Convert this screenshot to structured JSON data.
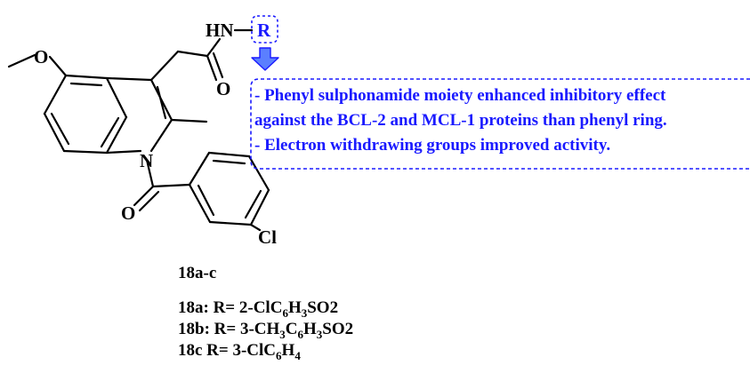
{
  "molecule": {
    "atoms": {
      "amine": "HN",
      "r_group": "R",
      "carbonyl_oxygen_amide": "O",
      "ether_oxygen": "O",
      "ring_nitrogen": "N",
      "carbonyl_oxygen_benzoyl": "O",
      "chlorine": "Cl"
    }
  },
  "annotation": {
    "lines": [
      "- Phenyl sulphonamide moiety enhanced inhibitory effect",
      "against the BCL-2 and MCL-1 proteins than phenyl ring.",
      "- Electron withdrawing groups improved activity."
    ],
    "colors": {
      "text": "#1a1aff",
      "border": "#1a1aff",
      "arrow_fill": "#5b7fff"
    }
  },
  "series_label": "18a-c",
  "compounds": [
    {
      "id": "18a",
      "sep": ":",
      "eq": "R=  ",
      "parts": [
        "2-ClC",
        "6",
        "H",
        "3",
        "SO2"
      ]
    },
    {
      "id": "18b",
      "sep": ":",
      "eq": "R= ",
      "parts": [
        "3-CH",
        "3",
        "C",
        "6",
        "H",
        "3",
        "SO2"
      ]
    },
    {
      "id": "18c",
      "sep": "",
      "eq": " R= ",
      "parts": [
        "3-ClC",
        "6",
        "H",
        "4"
      ]
    }
  ]
}
